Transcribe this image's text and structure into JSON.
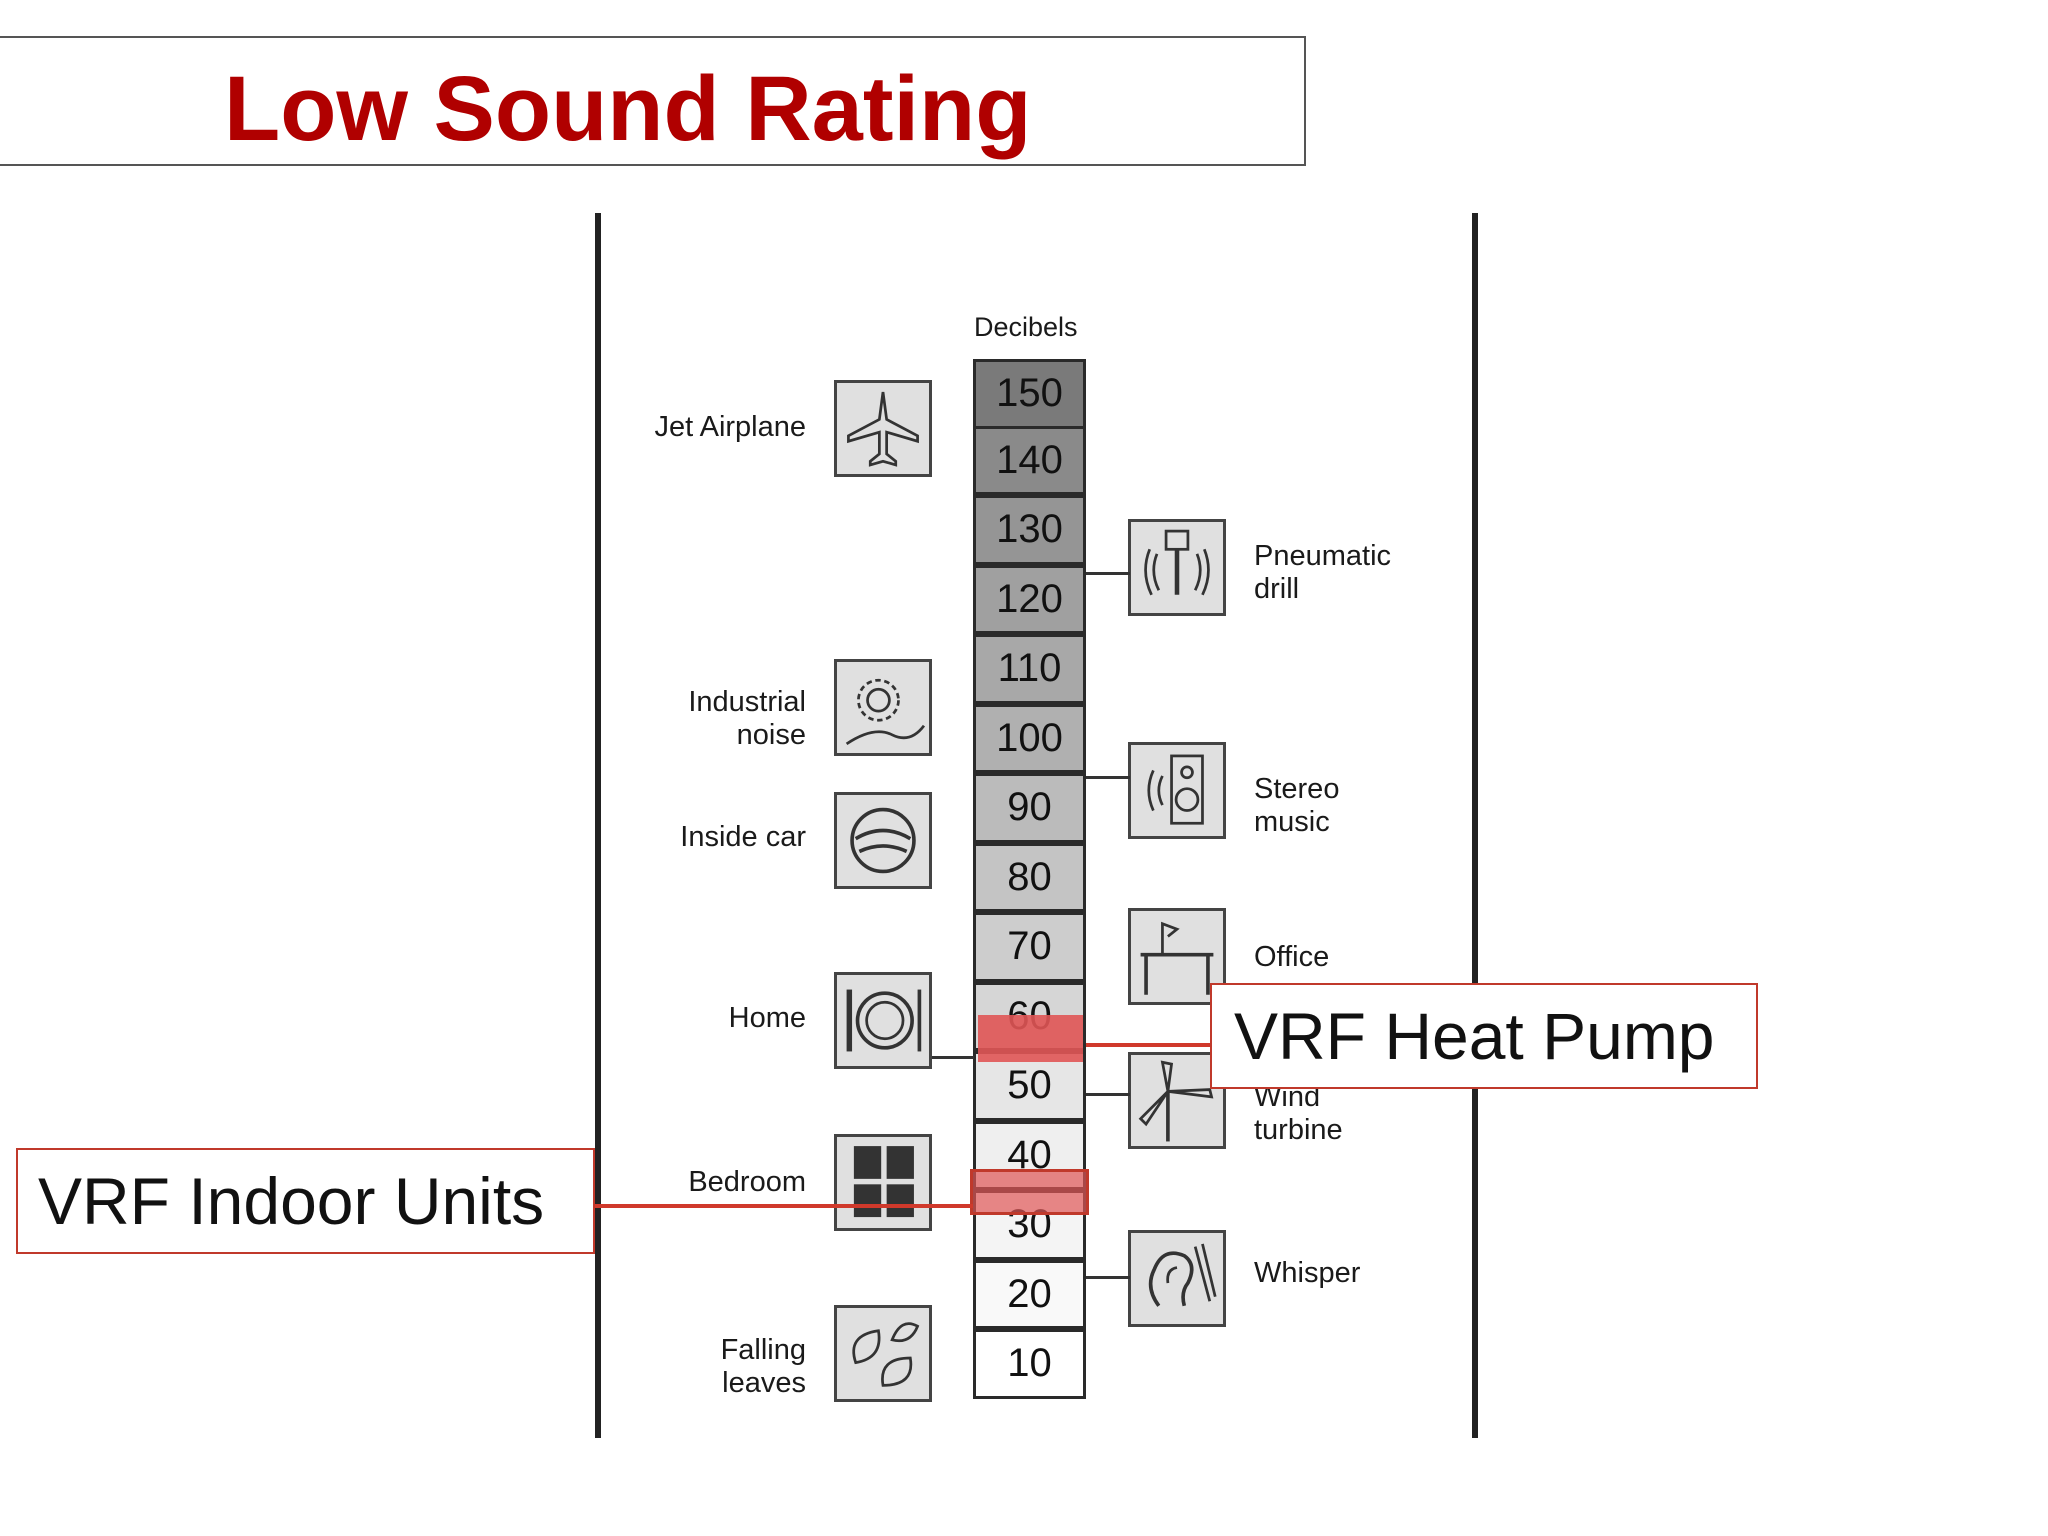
{
  "title": "Low Sound Rating",
  "colors": {
    "title": "#b00000",
    "highlight": "#e05555",
    "callout_border": "#c0392b"
  },
  "scale": {
    "header": "Decibels",
    "levels": [
      "150",
      "140",
      "130",
      "120",
      "110",
      "100",
      "90",
      "80",
      "70",
      "60",
      "50",
      "40",
      "30",
      "20",
      "10"
    ],
    "fill_colors": [
      "#7a7a7a",
      "#8a8a8a",
      "#959595",
      "#a0a0a0",
      "#a8a8a8",
      "#b0b0b0",
      "#bbbbbb",
      "#c4c4c4",
      "#cdcdcd",
      "#d6d6d6",
      "#e6e6e6",
      "#efefef",
      "#f4f4f4",
      "#f9f9f9",
      "#ffffff"
    ]
  },
  "left_items": [
    {
      "lines": [
        "Jet Airplane"
      ],
      "icon": "jet-airplane-icon"
    },
    {
      "lines": [
        "Industrial",
        "noise"
      ],
      "icon": "gear-icon"
    },
    {
      "lines": [
        "Inside car"
      ],
      "icon": "steering-wheel-icon"
    },
    {
      "lines": [
        "Home"
      ],
      "icon": "plate-icon"
    },
    {
      "lines": [
        "Bedroom"
      ],
      "icon": "window-icon"
    },
    {
      "lines": [
        "Falling",
        "leaves"
      ],
      "icon": "leaves-icon"
    }
  ],
  "right_items": [
    {
      "lines": [
        "Pneumatic",
        "drill"
      ],
      "icon": "drill-icon"
    },
    {
      "lines": [
        "Stereo",
        "music"
      ],
      "icon": "speaker-icon"
    },
    {
      "lines": [
        "Office"
      ],
      "icon": "desk-icon"
    },
    {
      "lines": [
        "Wind",
        "turbine"
      ],
      "icon": "wind-turbine-icon"
    },
    {
      "lines": [
        "Whisper"
      ],
      "icon": "ear-icon"
    }
  ],
  "callouts": {
    "heat_pump": "VRF Heat Pump",
    "indoor_units": "VRF Indoor Units"
  }
}
